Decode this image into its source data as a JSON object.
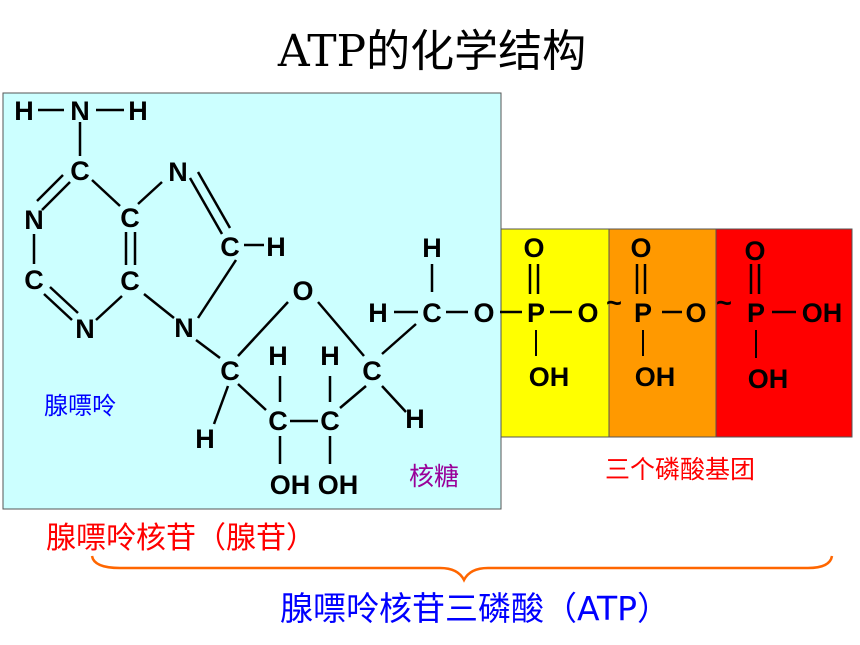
{
  "title": "ATP的化学结构",
  "labels": {
    "adenine": "腺嘌呤",
    "ribose": "核糖",
    "phosphates": "三个磷酸基团",
    "adenosine": "腺嘌呤核苷（腺苷）",
    "atp": "腺嘌呤核苷三磷酸（ATP）"
  },
  "atoms": {
    "H": "H",
    "N": "N",
    "C": "C",
    "O": "O",
    "P": "P",
    "OH": "OH",
    "OH_OH": "OH OH",
    "tilde": "~"
  },
  "colors": {
    "adenosine_box": "#ccffff",
    "phosphate_1": "#ffff00",
    "phosphate_2": "#ff9900",
    "phosphate_3": "#ff0000",
    "adenine_label": "#0000ff",
    "ribose_label": "#990099",
    "phosphates_label": "#ff0000",
    "adenosine_label": "#ff0000",
    "atp_label": "#0000ff",
    "brace": "#ff6600"
  }
}
